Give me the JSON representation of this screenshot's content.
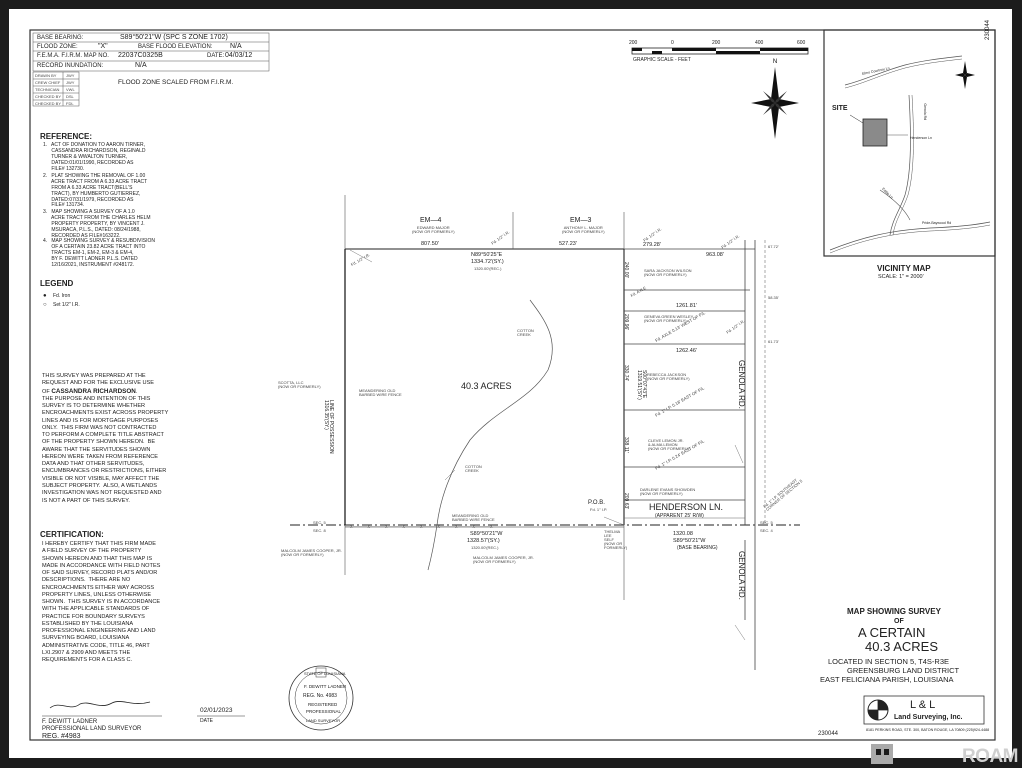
{
  "doc_number": "230044",
  "title_block": {
    "base_bearing_label": "BASE BEARING:",
    "base_bearing": "S89°50'21\"W (SPC S ZONE 1702)",
    "flood_zone_label": "FLOOD ZONE:",
    "flood_zone": "\"X\"",
    "bfe_label": "BASE FLOOD ELEVATION:",
    "bfe": "N/A",
    "firm_label": "F.E.M.A. F.I.R.M. MAP NO.",
    "firm": "22037C0325B",
    "date_label": "DATE:",
    "date": "04/03/12",
    "inundation_label": "RECORD INUNDATION:",
    "inundation": "N/A",
    "staff": [
      {
        "role": "DRAWN BY",
        "init": "JWY"
      },
      {
        "role": "CREW CHIEF",
        "init": "JWY"
      },
      {
        "role": "TECHNICIAN",
        "init": "VWL"
      },
      {
        "role": "CHECKED BY",
        "init": "DSL"
      },
      {
        "role": "CHECKED BY",
        "init": "FDL"
      }
    ],
    "note": "FLOOD ZONE SCALED FROM F.I.R.M."
  },
  "scale": {
    "ticks": [
      "200",
      "0",
      "200",
      "400",
      "600"
    ],
    "label": "GRAPHIC SCALE - FEET"
  },
  "reference": {
    "heading": "REFERENCE:",
    "items": [
      "1.   ACT OF DONATION TO AARON TIRNER,\n      CASSANDRA RICHARDSON, REGINALD\n      TURNER & WWALTON TURNER,\n      DATED:01/01/1990, RECORDED AS\n      FILE# 132730.",
      "2.   PLAT SHOWING THE REMOVAL OF 1.00\n      ACRE TRACT FROM A 6.33 ACRE TRACT\n      FROM A 6.33 ACRE TRACT(BELL'S\n      TRACT), BY HUMBERTO GUTIERREZ,\n      DATED:07/31/1979, RECORDED AS\n      FILE# 131734.",
      "3.   MAP SHOWING A SURVEY OF A 1.0\n      ACRE TRACT FROM THE CHARLES HELM\n      PROPERTY PROPERTY, BY VINCENT J.\n      MSURACA, P.L.S., DATED: 08/24/1988,\n      RECORDED AS FILE#163222.",
      "4.   MAP SHOWING SURVEY & RESUBDIVISION\n      OF A CERTAIN 23.82 ACRE TRACT INTO\n      TRACTS EM-1, EM-2, EM-3 & EM-4,\n      BY F. DEWITT LADNER P.L.S. DATED\n      12/16/2021, INSTRUMENT #248172."
    ]
  },
  "legend": {
    "heading": "LEGEND",
    "items": [
      "Fd. Iron",
      "Set 1/2\" I.R."
    ]
  },
  "survey_note": {
    "prefix": "THIS SURVEY WAS PREPARED AT THE\nREQUEST AND FOR THE EXCLUSIVE USE\nOF",
    "client": "CASSANDRA RICHARDSON",
    "rest": ".\nTHE PURPOSE AND INTENTION OF THIS\nSURVEY IS TO DETERMINE WHETHER\nENCROACHMENTS EXIST ACROSS PROPERTY\nLINES AND IS FOR MORTGAGE PURPOSES\nONLY.  THIS FIRM WAS NOT CONTRACTED\nTO PERFORM A COMPLETE TITLE ABSTRACT\nOF THE PROPERTY SHOWN HEREON.  BE\nAWARE THAT THE SERVITUDES SHOWN\nHEREON WERE TAKEN FROM REFERENCE\nDATA AND THAT OTHER SERVITUDES,\nENCUMBRANCES OR RESTRICTIONS, EITHER\nVISIBLE OR NOT VISIBLE, MAY AFFECT THE\nSUBJECT PROPERTY.  ALSO, A WETLANDS\nINVESTIGATION WAS NOT REQUESTED AND\nIS NOT A PART OF THIS SURVEY."
  },
  "certification": {
    "heading": "CERTIFICATION:",
    "text": "I HEREBY CERTIFY THAT THIS FIRM MADE\nA FIELD SURVEY OF THE PROPERTY\nSHOWN HEREON AND THAT THIS MAP IS\nMADE IN ACCORDANCE WITH FIELD NOTES\nOF SAID SURVEY, RECORD PLATS AND/OR\nDESCRIPTIONS.  THERE ARE NO\nENCROACHMENTS EITHER WAY ACROSS\nPROPERTY LINES, UNLESS OTHERWISE\nSHOWN.  THIS SURVEY IS IN ACCORDANCE\nWITH THE APPLICABLE STANDARDS OF\nPRACTICE FOR BOUNDARY SURVEYS\nESTABLISHED BY THE LOUISIANA\nPROFESSIONAL ENGINEERING AND LAND\nSURVEYING BOARD, LOUISIANA\nADMINISTRATIVE CODE, TITLE 46, PART\nLXI.2907 & 2909 AND MEETS THE\nREQUIREMENTS FOR A CLASS C."
  },
  "signature": {
    "name": "F. DEWITT LADNER",
    "title": "PROFESSIONAL LAND SURVEYOR",
    "reg": "REG. #4983",
    "date": "02/01/2023",
    "date_label": "DATE"
  },
  "seal": {
    "top": "STATE OF LOUISIANA",
    "name": "F. DEWITT LADNER",
    "reg": "REG. No. 4983",
    "l1": "REGISTERED",
    "l2": "PROFESSIONAL",
    "bottom": "LAND SURVEYOR"
  },
  "vicinity": {
    "site": "SITE",
    "title": "VICINITY MAP",
    "scale": "SCALE: 1\" = 2000'",
    "roads": [
      "Elmo Courtney Ln",
      "Henderson Ln",
      "Genola Rd",
      "Pride-Baywood Rd",
      "Eddie Ln"
    ]
  },
  "plat": {
    "area": "40.3 ACRES",
    "em4": "EM—4",
    "em3": "EM—3",
    "owner_em4": "EDWARD MAJOR\n(NOW OR FORMERLY)",
    "owner_em3": "ANTHONY L. MAJOR\n(NOW OR FORMERLY)",
    "dim_807": "807.50'",
    "dim_527": "527.23'",
    "bearing_top": "N89°50'25\"E",
    "bearing_top_dist": "1334.72'(SY.)",
    "bearing_top_rec": "1320.00'(REC.)",
    "bearing_bot": "S89°50'21\"W",
    "bearing_bot_dist": "1328.57'(SY.)",
    "bearing_bot_rec": "1320.00'(REC.)",
    "base_bearing_dist": "1320.08",
    "base_bearing_b": "S89°50'21\"W",
    "base_bearing_note": "(BASE BEARING)",
    "west_line": "LINE OF POSSESSION\n1316.35'(SY.)",
    "east_line": "S00°07'43\"E\n1319.51'(SY.)",
    "scotta": "SCOTTA, LLC\n(NOW OR FORMERLY)",
    "fence_west": "MEANDERING OLD\nBARBED WIRE FENCE",
    "fence_south": "MEANDERING OLD\nBARBED WIRE FENCE",
    "creek_top": "COTTON\nCREEK",
    "creek_bottom": "COTTON\nCREEK",
    "cooper_sw": "MALCOLM JAMES COOPER, JR.\n(NOW OR FORMERLY)",
    "cooper_s": "MALCOLM JAMES COOPER, JR.\n(NOW OR FORMERLY)",
    "lots": [
      "SARA JACKSON WILSON\n(NOW OR FORMERLY)",
      "GENEVA GREEN WESLEY\n(NOW OR FORMERLY)",
      "REBECCA JACKSON\n(NOW OR FORMERLY)",
      "CLEVE LEMON JR.\n& ALMA LEMON\n(NOW OR FORMERLY)",
      "DARLENE EVANS SHOWDEN\n(NOW OR FORMERLY)"
    ],
    "thelma": "THELMA\nLEE\nSELF\n(NOW OR\nFORMERLY)",
    "depth_240": "240.00'",
    "depth_209": "209.96'",
    "depth_330": "330.74'",
    "depth_338": "338.11'",
    "depth_209b": "209.63'",
    "d_279": "279.28'",
    "d_963": "963.08'",
    "d_1261": "1261.81'",
    "d_1262": "1262.46'",
    "fd_half_1": "Fd. 1/2\" I.R.",
    "fd_half_2": "Fd. 1/2\" I.R.",
    "fd_half_3": "Fd. 1/2\" I.R.",
    "fd_half_4": "Fd. 1/2\" I.R.",
    "fd_half_5": "Fd. 1/2\" I.R.",
    "fd_axle": "Fd. AXLE",
    "fd_axle_2": "Fd. AXLE 0.13' WEST OF P/L",
    "fd_ip_1": "Fd. 1\" I.P. 0.18' EAST OF P/L",
    "fd_ip_2": "Fd. 1\" I.P. 0.24' EAST OF P/L",
    "pob": "P.O.B.",
    "pob_fd": "Fd. 1\" I.P.",
    "henderson": "HENDERSON LN.",
    "henderson_rw": "(APPARENT 25' R/W)",
    "genola_top": "GENOLA RD.",
    "genola_bottom": "GENOLA RD.",
    "se_corner": "Fd. 1\" I.P. SOUTHEAST\nCORNER OF SECTION 5",
    "sec_4": "SEC. 4",
    "sec_5": "SEC. 5",
    "sec_5b": "SEC. 5",
    "sec_8": "SEC. 8",
    "right_dims": [
      "67.72'",
      "58.35'",
      "61.73'"
    ]
  },
  "map_title": {
    "l1": "MAP SHOWING SURVEY",
    "l2": "OF",
    "l3": "A CERTAIN",
    "l4": "40.3 ACRES",
    "l5": "LOCATED IN SECTION 5, T4S-R3E",
    "l6": "GREENSBURG LAND DISTRICT",
    "l7": "EAST FELICIANA PARISH, LOUISIANA"
  },
  "company": {
    "name": "L & L",
    "sub": "Land Surveying, Inc.",
    "address": "8181 PERKINS ROAD, STE. 300, BATON ROUGE, LA 70809   (225)924-4488"
  },
  "watermark": "ROAM"
}
